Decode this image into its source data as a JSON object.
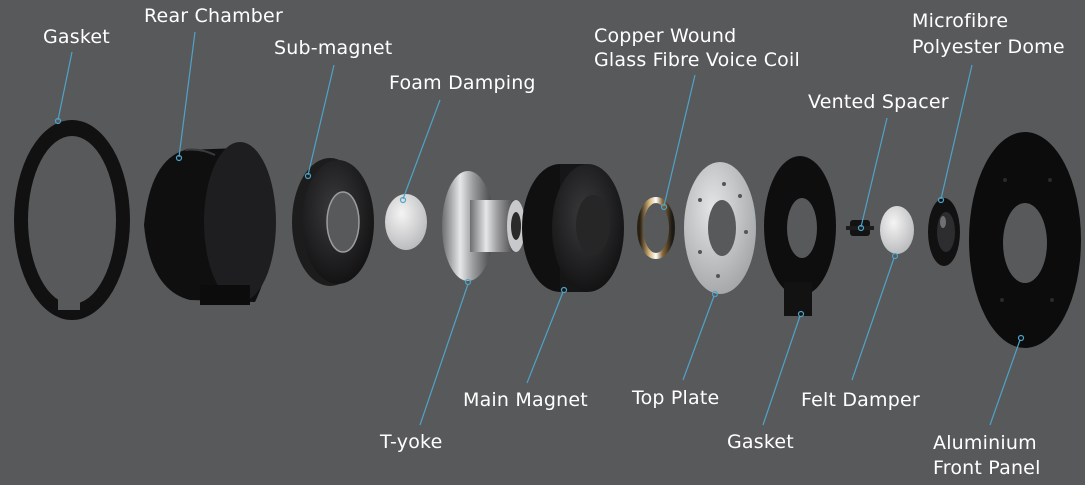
{
  "colors": {
    "background": "#58595b",
    "leader_line": "#4fa3c7",
    "label_text": "#ffffff"
  },
  "labels": {
    "gasket_rear": "Gasket",
    "rear_chamber": "Rear Chamber",
    "sub_magnet": "Sub-magnet",
    "foam_damping": "Foam Damping",
    "voice_coil_line1": "Copper Wound",
    "voice_coil_line2": "Glass Fibre Voice Coil",
    "microfibre_line1": "Microfibre",
    "microfibre_line2": "Polyester Dome",
    "vented_spacer": "Vented Spacer",
    "t_yoke": "T-yoke",
    "main_magnet": "Main Magnet",
    "top_plate": "Top Plate",
    "felt_damper": "Felt Damper",
    "gasket_front": "Gasket",
    "front_panel_line1": "Aluminium",
    "front_panel_line2": "Front Panel"
  }
}
